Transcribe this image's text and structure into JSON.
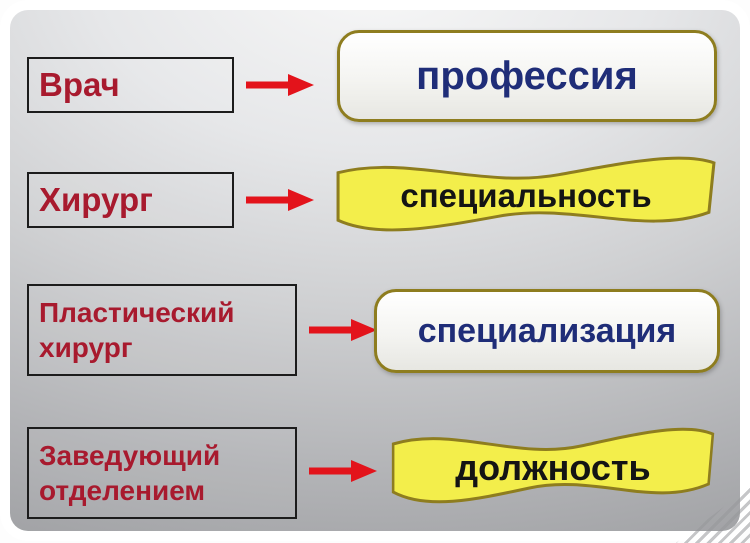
{
  "slide": {
    "rows": [
      {
        "term_lines": [
          "Врач"
        ],
        "category": "профессия",
        "category_shape": "rounded-rectangle"
      },
      {
        "term_lines": [
          "Хирург"
        ],
        "category": "специальность",
        "category_shape": "wave-banner"
      },
      {
        "term_lines": [
          "Пластический",
          "хирург"
        ],
        "category": "специализация",
        "category_shape": "rounded-rectangle"
      },
      {
        "term_lines": [
          "Заведующий",
          "отделением"
        ],
        "category": "должность",
        "category_shape": "wave-banner"
      }
    ],
    "colors": {
      "term_text": "#a81a2e",
      "category_blue_text": "#1f2d78",
      "category_black_text": "#141414",
      "wave_fill": "#f3ee4b",
      "shape_border": "#8e7d1f",
      "arrow": "#e3131b"
    }
  }
}
